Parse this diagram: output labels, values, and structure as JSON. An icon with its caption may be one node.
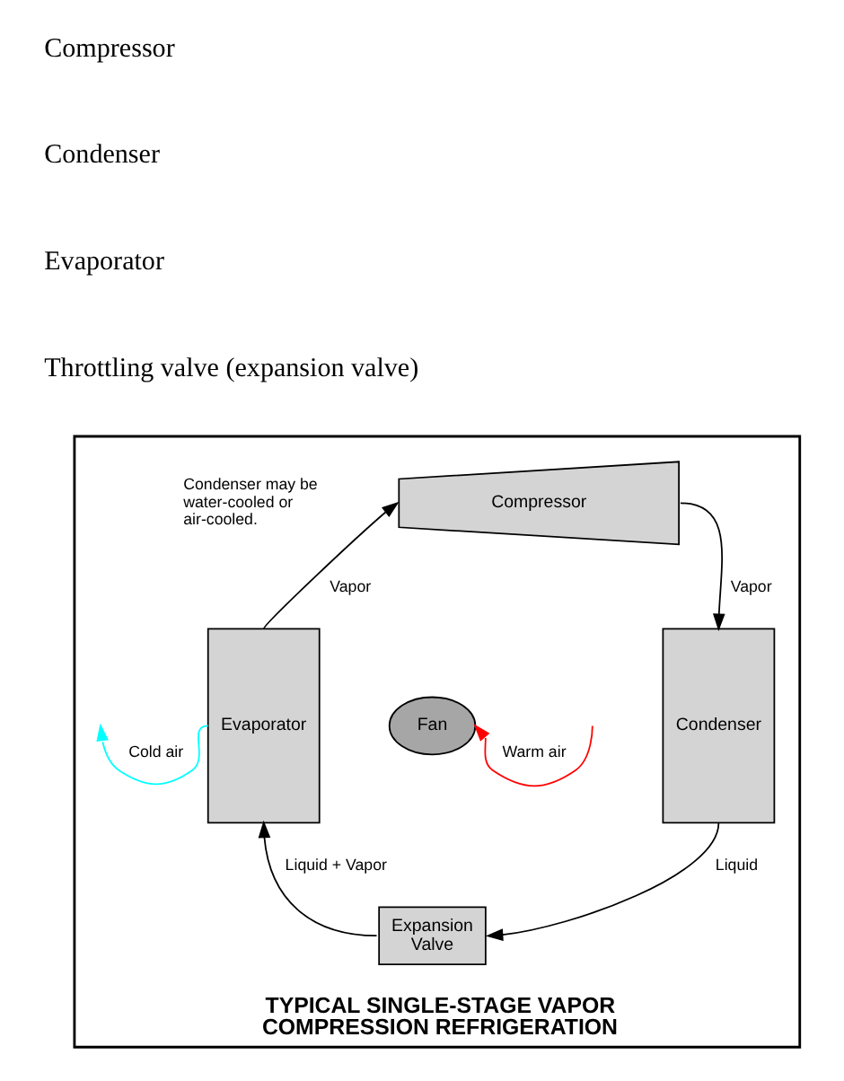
{
  "diagram": {
    "nodes": [
      {
        "text": [
          "TYPICAL SINGLE-STAGE VAPOR COMPRESSION REFRIGERATION"
        ]
      },
      {
        "text": [
          "Compressor"
        ],
        "in": 0
      },
      {
        "text": [
          "Evaporator"
        ],
        "in": 0
      },
      {
        "text": [
          "Condenser"
        ],
        "in": 0
      },
      {
        "text": [
          "Fan"
        ],
        "in": 0
      },
      {
        "text": [
          "Expansion",
          "Valve"
        ],
        "in": 0
      }
    ],
    "edges": [
      {
        "from": 2,
        "to": 1,
        "arrow": "to",
        "label": "Vapor"
      },
      {
        "from": 1,
        "to": 3,
        "arrow": "to",
        "label": "Vapor"
      },
      {
        "from": 3,
        "to": 5,
        "arrow": "to",
        "label": "Liquid"
      },
      {
        "from": 5,
        "to": 2,
        "arrow": "to",
        "label": "Liquid + Vapor"
      },
      {
        "from": null,
        "to": 4,
        "arrow": "to",
        "label": "Warm air",
        "color": "#ff0000"
      },
      {
        "from": 2,
        "to": null,
        "arrow": "to",
        "label": "Cold air",
        "color": "#00ffff"
      }
    ],
    "labels": [
      "Compressor",
      "Condenser",
      "Evaporator",
      "Throttling valve (expansion valve)",
      "Condenser may be water-cooled or air-cooled."
    ]
  }
}
